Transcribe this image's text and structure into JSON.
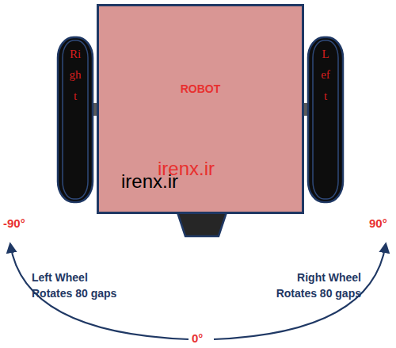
{
  "diagram": {
    "nodes": [
      {
        "text": [
          "ROBOT"
        ]
      },
      {
        "text": [
          "Right"
        ]
      },
      {
        "text": [
          "Left"
        ]
      }
    ],
    "labels": [
      "irenx.ir",
      "irenx.ir",
      "-90°",
      "90°",
      "Left Wheel Rotates 80 gaps",
      "Right Wheel Rotates 80 gaps",
      "0°"
    ]
  }
}
